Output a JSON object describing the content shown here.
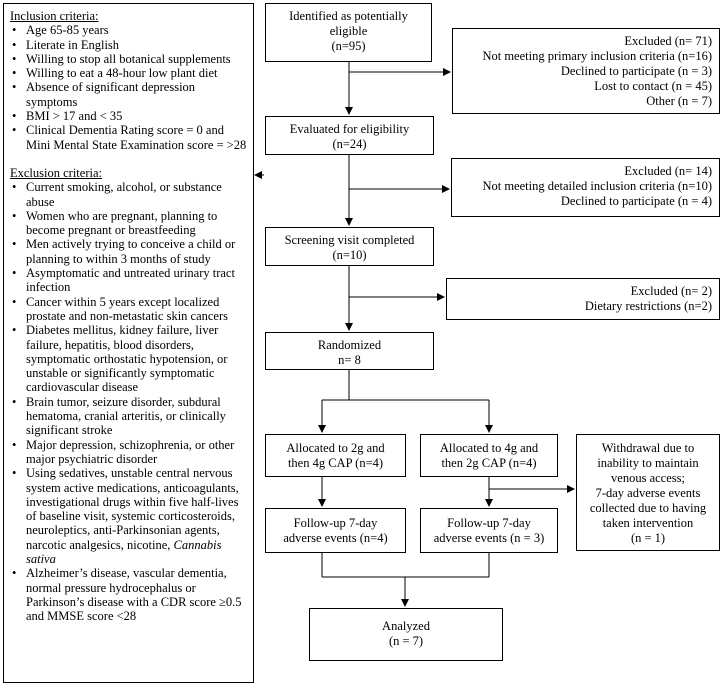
{
  "criteria": {
    "inclusion_title": "Inclusion criteria:",
    "inclusion": [
      "Age 65-85 years",
      "Literate in English",
      "Willing to stop all botanical supplements",
      "Willing to eat a 48-hour low plant diet",
      "Absence of significant depression symptoms",
      "BMI > 17 and < 35",
      "Clinical Dementia Rating score = 0 and Mini Mental State Examination score = >28"
    ],
    "exclusion_title": "Exclusion criteria:",
    "exclusion": [
      "Current smoking, alcohol, or substance abuse",
      "Women who are pregnant, planning to become pregnant or breastfeeding",
      "Men actively trying to conceive a child or planning to within 3 months of study",
      "Asymptomatic and untreated urinary tract infection",
      "Cancer within 5 years except localized prostate and non-metastatic skin cancers",
      "Diabetes mellitus, kidney failure, liver failure, hepatitis, blood disorders, symptomatic orthostatic hypotension, or unstable or significantly symptomatic cardiovascular disease",
      "Brain tumor, seizure disorder, subdural hematoma, cranial arteritis, or clinically significant stroke",
      "Major depression, schizophrenia, or other major psychiatric disorder",
      "Using sedatives, unstable central nervous system active medications, anticoagulants, investigational drugs within five half-lives of baseline visit, systemic corticosteroids, neuroleptics, anti-Parkinsonian agents, narcotic analgesics, nicotine, ",
      "Alzheimer’s disease, vascular dementia, normal pressure hydrocephalus or Parkinson’s disease with a CDR score ≥0.5 and MMSE score <28"
    ],
    "exclusion_italic_tail": "Cannabis sativa"
  },
  "flow": {
    "identified": [
      "Identified as potentially",
      "eligible",
      "(n=95)"
    ],
    "excluded1": [
      "Excluded (n= 71)",
      "Not meeting primary inclusion criteria (n=16)",
      "Declined to participate (n = 3)",
      "Lost to contact (n = 45)",
      "Other (n = 7)"
    ],
    "evaluated": [
      "Evaluated for eligibility",
      "(n=24)"
    ],
    "excluded2": [
      "Excluded (n= 14)",
      "Not meeting detailed inclusion criteria (n=10)",
      "Declined to participate (n = 4)"
    ],
    "screening": [
      "Screening visit completed",
      "(n=10)"
    ],
    "excluded3": [
      "Excluded (n= 2)",
      "Dietary restrictions (n=2)"
    ],
    "randomized": [
      "Randomized",
      "n= 8"
    ],
    "alloc_a": [
      "Allocated to 2g and",
      "then 4g CAP (n=4)"
    ],
    "alloc_b": [
      "Allocated to 4g and",
      "then 2g CAP (n=4)"
    ],
    "withdrawal": [
      "Withdrawal due to",
      "inability to maintain",
      "venous access;",
      "7-day adverse events",
      "collected due to having",
      "taken intervention",
      "(n = 1)"
    ],
    "followup_a": [
      "Follow-up 7-day",
      "adverse events (n=4)"
    ],
    "followup_b": [
      "Follow-up 7-day",
      "adverse events (n = 3)"
    ],
    "analyzed": [
      "Analyzed",
      "(n = 7)"
    ]
  }
}
